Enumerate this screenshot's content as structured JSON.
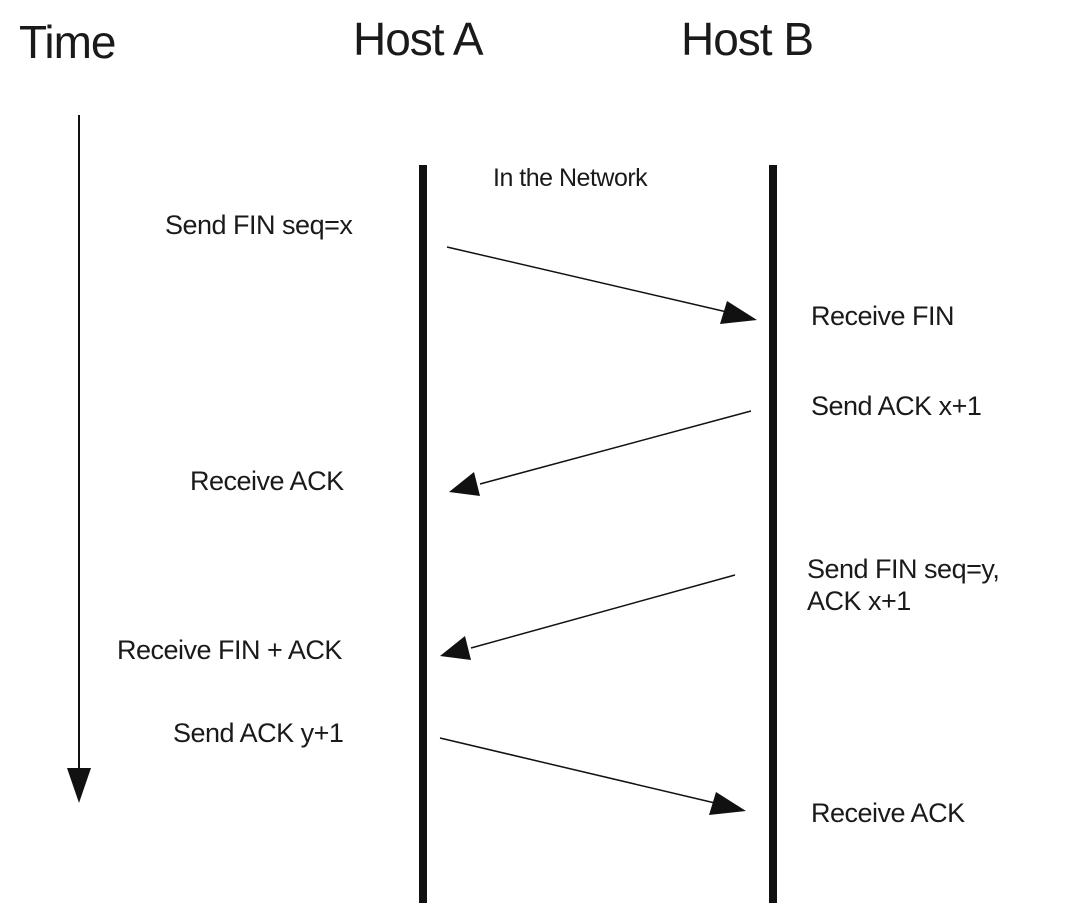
{
  "headers": {
    "time": "Time",
    "host_a": "Host A",
    "host_b": "Host B"
  },
  "network_label": "In the Network",
  "host_a_events": {
    "send_fin": "Send FIN seq=x",
    "receive_ack": "Receive  ACK",
    "receive_fin_ack": "Receive FIN + ACK",
    "send_ack": "Send ACK y+1"
  },
  "host_b_events": {
    "receive_fin": "Receive FIN",
    "send_ack": "Send ACK x+1",
    "send_fin_line1": "Send FIN seq=y,",
    "send_fin_line2": "ACK x+1",
    "receive_ack": "Receive ACK"
  },
  "messages": [
    {
      "from": "Host A",
      "to": "Host B"
    },
    {
      "from": "Host B",
      "to": "Host A"
    },
    {
      "from": "Host B",
      "to": "Host A"
    },
    {
      "from": "Host A",
      "to": "Host B"
    }
  ],
  "colors": {
    "line": "#111111",
    "text": "#1a1a1a",
    "background": "#ffffff"
  }
}
